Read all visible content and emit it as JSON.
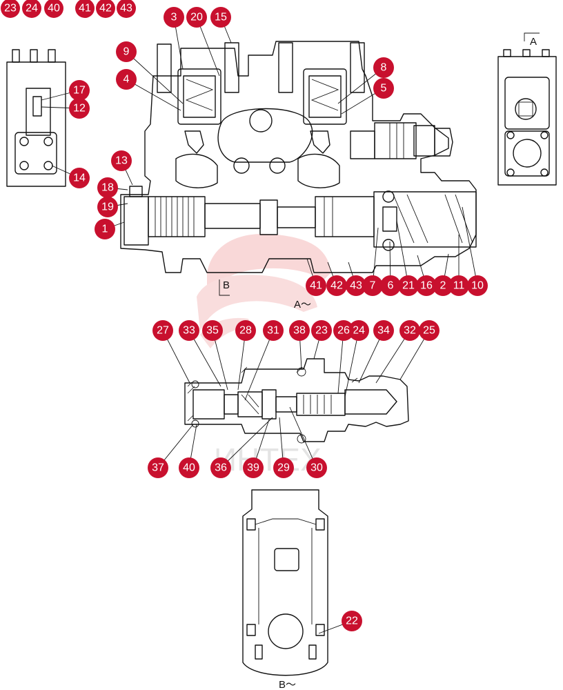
{
  "diagram": {
    "view_labels": {
      "a_section": "A～",
      "b_section": "B～",
      "arrow_a": "A",
      "arrow_b": "B"
    },
    "watermark_text": "ИНТЕХ",
    "colors": {
      "callout": "#c8102e",
      "callout_text": "#ffffff",
      "line": "#111111",
      "watermark": "#f2c9c9"
    },
    "callouts": [
      "1",
      "2",
      "3",
      "4",
      "5",
      "6",
      "7",
      "8",
      "9",
      "10",
      "11",
      "12",
      "13",
      "14",
      "15",
      "16",
      "17",
      "18",
      "19",
      "20",
      "21",
      "22",
      "23",
      "24",
      "25",
      "26",
      "27",
      "28",
      "29",
      "30",
      "31",
      "32",
      "33",
      "34",
      "35",
      "36",
      "37",
      "38",
      "39",
      "40",
      "41",
      "42",
      "43"
    ],
    "top_row_labels": [
      "23",
      "24",
      "40",
      "41",
      "42",
      "43"
    ],
    "top_view_labels": [
      "3",
      "20",
      "15",
      "9",
      "4",
      "8",
      "5",
      "17",
      "12",
      "14",
      "13",
      "18",
      "19",
      "1",
      "41",
      "42",
      "43",
      "7",
      "6",
      "21",
      "16",
      "2",
      "11",
      "10"
    ],
    "middle_view_labels": [
      "27",
      "33",
      "35",
      "28",
      "31",
      "38",
      "23",
      "26",
      "24",
      "34",
      "32",
      "25",
      "37",
      "40",
      "36",
      "39",
      "29",
      "30"
    ],
    "bottom_view_labels": [
      "22"
    ]
  }
}
